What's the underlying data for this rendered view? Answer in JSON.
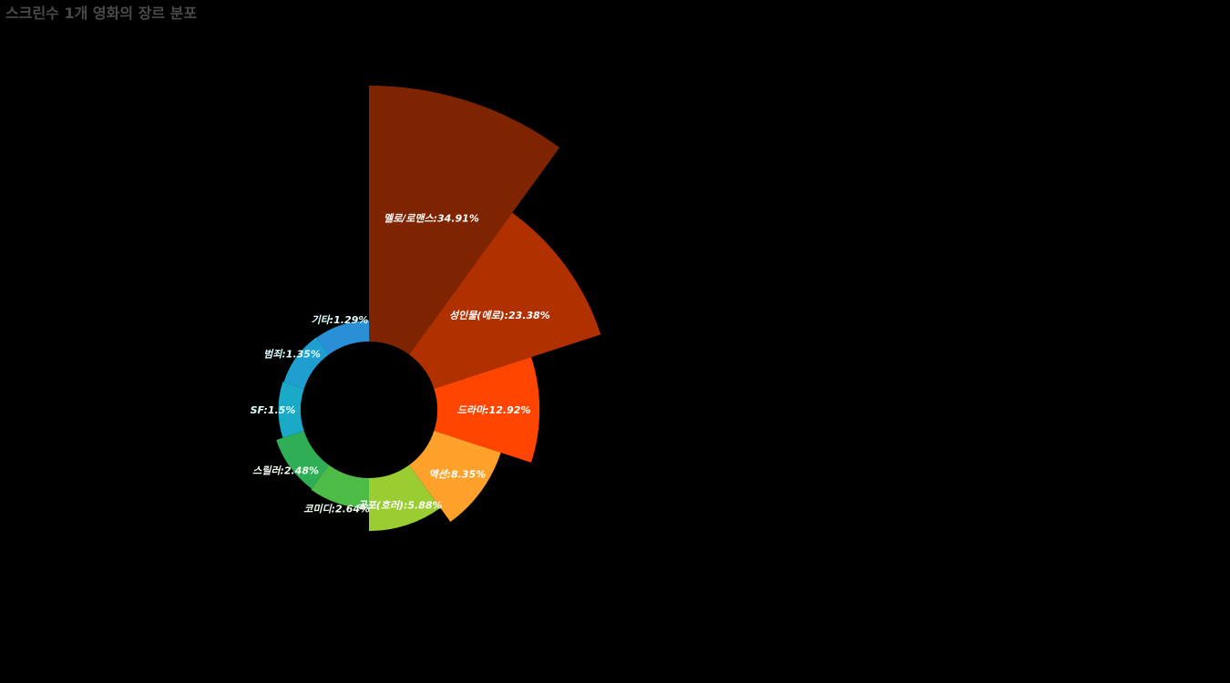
{
  "title": "스크린수 1개 영화의 장르 분포",
  "colors": {
    "background": "#000000",
    "title": "#4a4a4a"
  },
  "chart_data": {
    "type": "pie",
    "variant": "nightingale-rose",
    "start_angle_deg": 90,
    "direction": "clockwise",
    "slices": [
      {
        "label": "멜로/로맨스:34.91%",
        "name": "멜로/로맨스",
        "value": 34.91,
        "color": "#7f2400",
        "label_color": "#ffffff"
      },
      {
        "label": "성인물(에로):23.38%",
        "name": "성인물(에로)",
        "value": 23.38,
        "color": "#b03000",
        "label_color": "#ffffff"
      },
      {
        "label": "드라마:12.92%",
        "name": "드라마",
        "value": 12.92,
        "color": "#ff4500",
        "label_color": "#ffffff"
      },
      {
        "label": "액션:8.35%",
        "name": "액션",
        "value": 8.35,
        "color": "#ffa12b",
        "label_color": "#ffffff"
      },
      {
        "label": "공포(호러):5.88%",
        "name": "공포(호러)",
        "value": 5.88,
        "color": "#9acd32",
        "label_color": "#ffffff"
      },
      {
        "label": "코미디:2.64%",
        "name": "코미디",
        "value": 2.64,
        "color": "#4cbc46",
        "label_color": "#f0fff0"
      },
      {
        "label": "스릴러:2.48%",
        "name": "스릴러",
        "value": 2.48,
        "color": "#2fae55",
        "label_color": "#f0fff0"
      },
      {
        "label": "SF:1.5%",
        "name": "SF",
        "value": 1.5,
        "color": "#1aaac8",
        "label_color": "#e0ffff"
      },
      {
        "label": "범죄:1.35%",
        "name": "범죄",
        "value": 1.35,
        "color": "#1e9fcf",
        "label_color": "#e0ffff"
      },
      {
        "label": "기타:1.29%",
        "name": "기타",
        "value": 1.29,
        "color": "#2a8fd6",
        "label_color": "#e0ffff"
      }
    ]
  }
}
